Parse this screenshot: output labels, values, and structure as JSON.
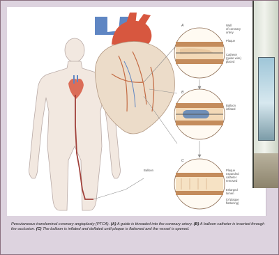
{
  "figure": {
    "panel_letters": [
      "A",
      "B",
      "C"
    ],
    "labels": {
      "a1": "Wall",
      "a2": "of coronary",
      "a3": "artery",
      "a4": "Plaque",
      "a5": "Catheter",
      "a6": "(guide wire)",
      "a7": "placed",
      "b1": "Balloon",
      "b2": "inflated",
      "c1": "Plaque",
      "c2": "expanded",
      "c3": "catheter",
      "c4": "removed",
      "c5": "Enlarged",
      "c6": "lumen",
      "c7": "(of plaque",
      "c8": "flattening)",
      "insertion": "Balloon"
    }
  },
  "caption": {
    "lead": "Percutaneous transluminal coronary angioplasty (PTCA).",
    "a_tag": "(A)",
    "a_text": "A guide is threaded into the coronary artery.",
    "b_tag": "(B)",
    "b_text": "A balloon catheter is inserted through the occlusion.",
    "c_tag": "(C)",
    "c_text": "The balloon is inflated and deflated until plaque is flattened and the vessel is opened."
  },
  "colors": {
    "background": "#ddd3df",
    "artery_outer": "#c48c5c",
    "artery_lumen": "#f3d9b7",
    "plaque": "#e9c8a0",
    "heart_red": "#d7573f",
    "vein_blue": "#5f86c3",
    "body_skin": "#f2e8e0"
  }
}
